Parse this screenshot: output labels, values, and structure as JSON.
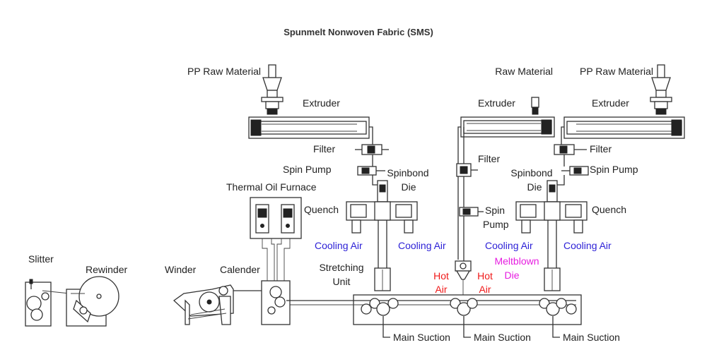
{
  "title": "Spunmelt Nonwoven Fabric (SMS)",
  "labels": {
    "pp_raw_material_left": "PP Raw Material",
    "raw_material_mid": "Raw Material",
    "pp_raw_material_right": "PP Raw Material",
    "extruder_left": "Extruder",
    "extruder_mid": "Extruder",
    "extruder_right": "Extruder",
    "filter_left": "Filter",
    "filter_mid": "Filter",
    "filter_right": "Filter",
    "spin_pump_left": "Spin Pump",
    "spin_pump_mid_1": "Spin",
    "spin_pump_mid_2": "Pump",
    "spin_pump_right": "Spin Pump",
    "spinbond_die_left_1": "Spinbond",
    "spinbond_die_left_2": "Die",
    "spinbond_die_right_1": "Spinbond",
    "spinbond_die_right_2": "Die",
    "thermal_oil_furnace": "Thermal Oil Furnace",
    "quench_left": "Quench",
    "quench_right": "Quench",
    "cooling_air_1": "Cooling Air",
    "cooling_air_2": "Cooling Air",
    "cooling_air_3": "Cooling Air",
    "cooling_air_4": "Cooling Air",
    "stretching_unit_1": "Stretching",
    "stretching_unit_2": "Unit",
    "hot_air_left_1": "Hot",
    "hot_air_left_2": "Air",
    "hot_air_right_1": "Hot",
    "hot_air_right_2": "Air",
    "meltblown_die_1": "Meltblown",
    "meltblown_die_2": "Die",
    "slitter": "Slitter",
    "rewinder": "Rewinder",
    "winder": "Winder",
    "calender": "Calender",
    "main_suction_1": "Main Suction",
    "main_suction_2": "Main Suction",
    "main_suction_3": "Main Suction"
  },
  "colors": {
    "cooling_air": "#2b1fd6",
    "hot_air": "#f01818",
    "meltblown": "#e61ce0",
    "line": "#333333"
  }
}
